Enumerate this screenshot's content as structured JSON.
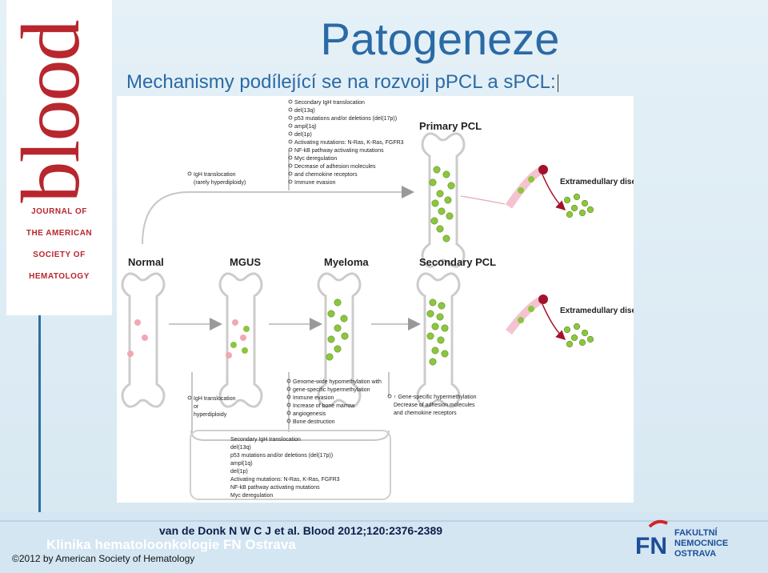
{
  "slide": {
    "title": "Patogeneze",
    "subtitle": "Mechanismy podílející se na rozvoji pPCL a sPCL:"
  },
  "journal": {
    "wordmark": "blood",
    "line1": "JOURNAL OF",
    "line2": "THE AMERICAN",
    "line3": "SOCIETY OF",
    "line4": "HEMATOLOGY"
  },
  "figure": {
    "primary_path_label": "Primary PCL",
    "stages": [
      "Normal",
      "MGUS",
      "Myeloma",
      "Secondary PCL"
    ],
    "extramedullary_label": "Extramedullary disease",
    "early_event": [
      "IgH translocation",
      "(rarely hyperdiploidy)"
    ],
    "primary_events": [
      "Secondary IgH translocation",
      "del(13q)",
      "p53 mutations and/or deletions (del(17p))",
      "ampl(1q)",
      "del(1p)",
      "Activating mutations: N-Ras, K-Ras, FGFR3",
      "NF-kB pathway activating mutations",
      "Myc deregulation",
      "Decrease of adhesion molecules",
      "and chemokine receptors",
      "Immune evasion"
    ],
    "mgus_event": [
      "IgH translocation",
      "or",
      "hyperdiploidy"
    ],
    "myeloma_events": [
      "Genome-wide hypomethylation with",
      "gene-specific hypermethylation",
      "Immune evasion",
      "Increase of bone marrow",
      "angiogenesis",
      "Bone destruction"
    ],
    "secondary_events": [
      "↑ Gene-specific hypermethylation",
      "Decrease of adhesion molecules",
      "and chemokine receptors"
    ],
    "bottom_events": [
      "Secondary IgH translocation",
      "del(13q)",
      "p53 mutations and/or deletions (del(17p))",
      "ampl(1q)",
      "del(1p)",
      "Activating mutations: N-Ras, K-Ras, FGFR3",
      "NF-kB pathway activating mutations",
      "Myc deregulation"
    ]
  },
  "footer": {
    "citation": "van de Donk N W C J et al. Blood 2012;120:2376-2389",
    "clinic": "Klinika hematoloonkologie FN Ostrava",
    "copyright": "©2012 by American Society of Hematology",
    "hospital_line1": "FAKULTNÍ",
    "hospital_line2": "NEMOCNICE",
    "hospital_line3": "OSTRAVA",
    "hospital_mark": "FN"
  },
  "colors": {
    "title": "#2a6aa6",
    "journal_red": "#b8262e",
    "cell_green": "#8cc63f",
    "cell_pink": "#f2a7b4",
    "hospital_blue": "#1d4e98",
    "hospital_red": "#d2232a"
  }
}
